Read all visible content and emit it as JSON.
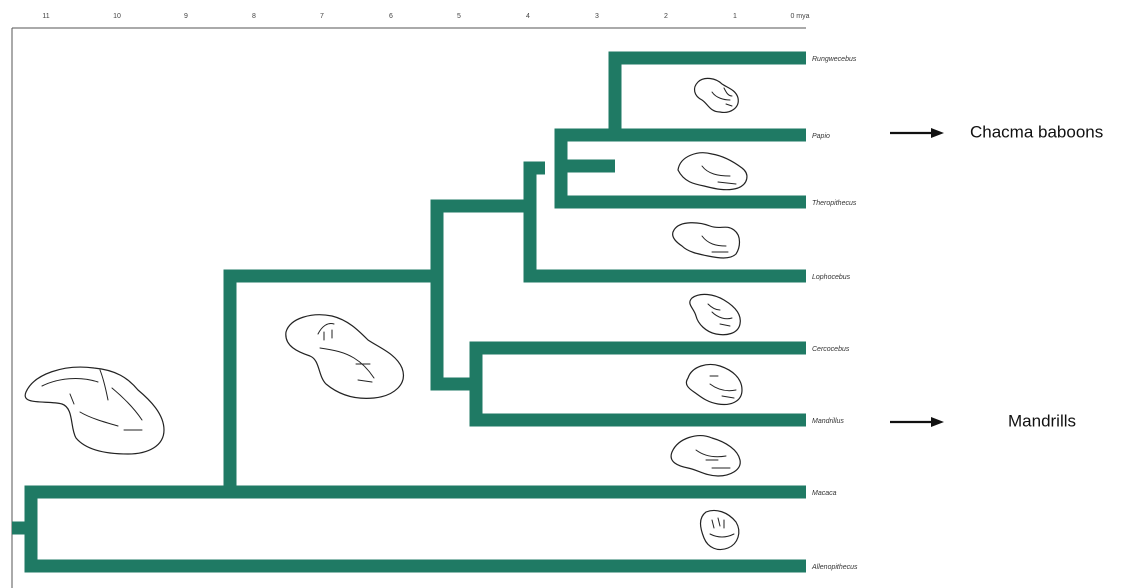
{
  "timescale": {
    "ticks": [
      "11",
      "10",
      "9",
      "8",
      "7",
      "6",
      "5",
      "4",
      "3",
      "2",
      "1",
      "0 mya"
    ]
  },
  "taxa": [
    "Rungwecebus",
    "Papio",
    "Theropithecus",
    "Lophocebus",
    "Cercocebus",
    "Mandrillus",
    "Macaca",
    "Allenopithecus"
  ],
  "callouts": {
    "papio": "Chacma baboons",
    "mandrillus": "Mandrills"
  },
  "colors": {
    "branch": "#1f7a64",
    "frame": "#555555",
    "arrow": "#111111"
  },
  "icons": [
    "skull-drawing",
    "arrow-right-icon"
  ]
}
